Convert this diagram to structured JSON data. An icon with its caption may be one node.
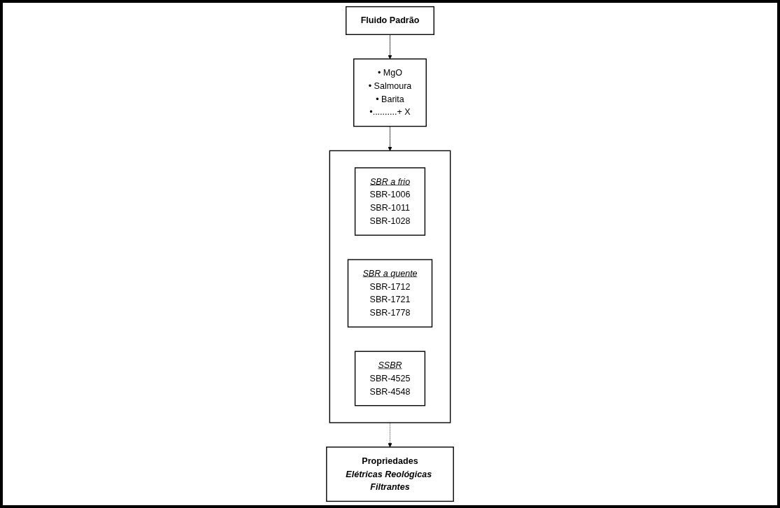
{
  "diagram": {
    "nodes": [
      {
        "text": [
          "Fluido Padrão"
        ]
      },
      {
        "text": [
          "• MgO",
          "• Salmoura",
          "• Barita",
          "•..........+ X"
        ]
      },
      {
        "text": [],
        "shape": "box"
      },
      {
        "text": [
          "SBR a frio",
          "SBR-1006",
          "SBR-1011",
          "SBR-1028"
        ],
        "in": 2
      },
      {
        "text": [
          "SBR a quente",
          "SBR-1712",
          "SBR-1721",
          "SBR-1778"
        ],
        "in": 2
      },
      {
        "text": [
          "SSBR",
          "SBR-4525",
          "SBR-4548"
        ],
        "in": 2
      },
      {
        "text": [
          "Propriedades",
          "Elétricas Reológicas Filtrantes"
        ]
      }
    ],
    "edges": [
      {
        "from": 0,
        "to": 1,
        "arrow": "to"
      },
      {
        "from": 1,
        "to": 2,
        "arrow": "to"
      },
      {
        "from": 2,
        "to": 6,
        "arrow": "to",
        "style": "dashed"
      }
    ]
  }
}
